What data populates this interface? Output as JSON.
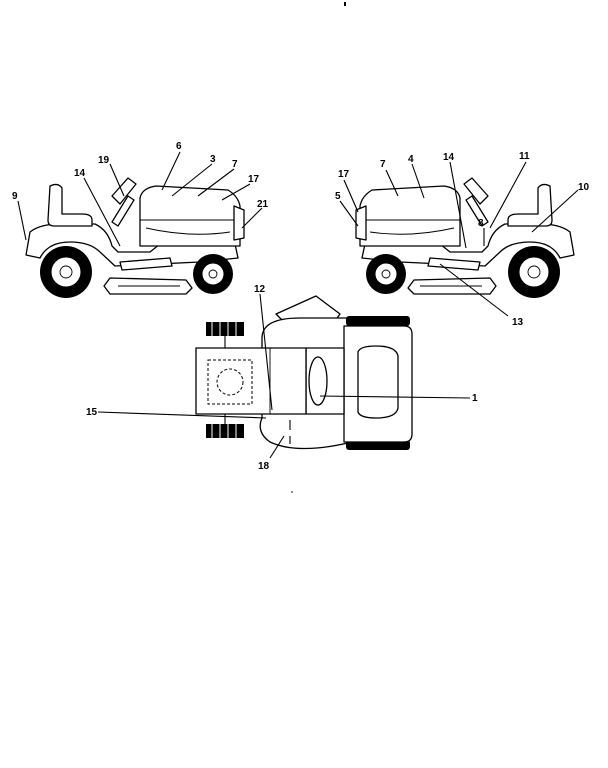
{
  "callouts": {
    "c1": "1",
    "c3": "3",
    "c4": "4",
    "c5": "5",
    "c6": "6",
    "c7a": "7",
    "c7b": "7",
    "c8": "8",
    "c9": "9",
    "c10": "10",
    "c11": "11",
    "c12": "12",
    "c13": "13",
    "c14a": "14",
    "c14b": "14",
    "c15": "15",
    "c17a": "17",
    "c17b": "17",
    "c18": "18",
    "c19": "19",
    "c21": "21"
  }
}
